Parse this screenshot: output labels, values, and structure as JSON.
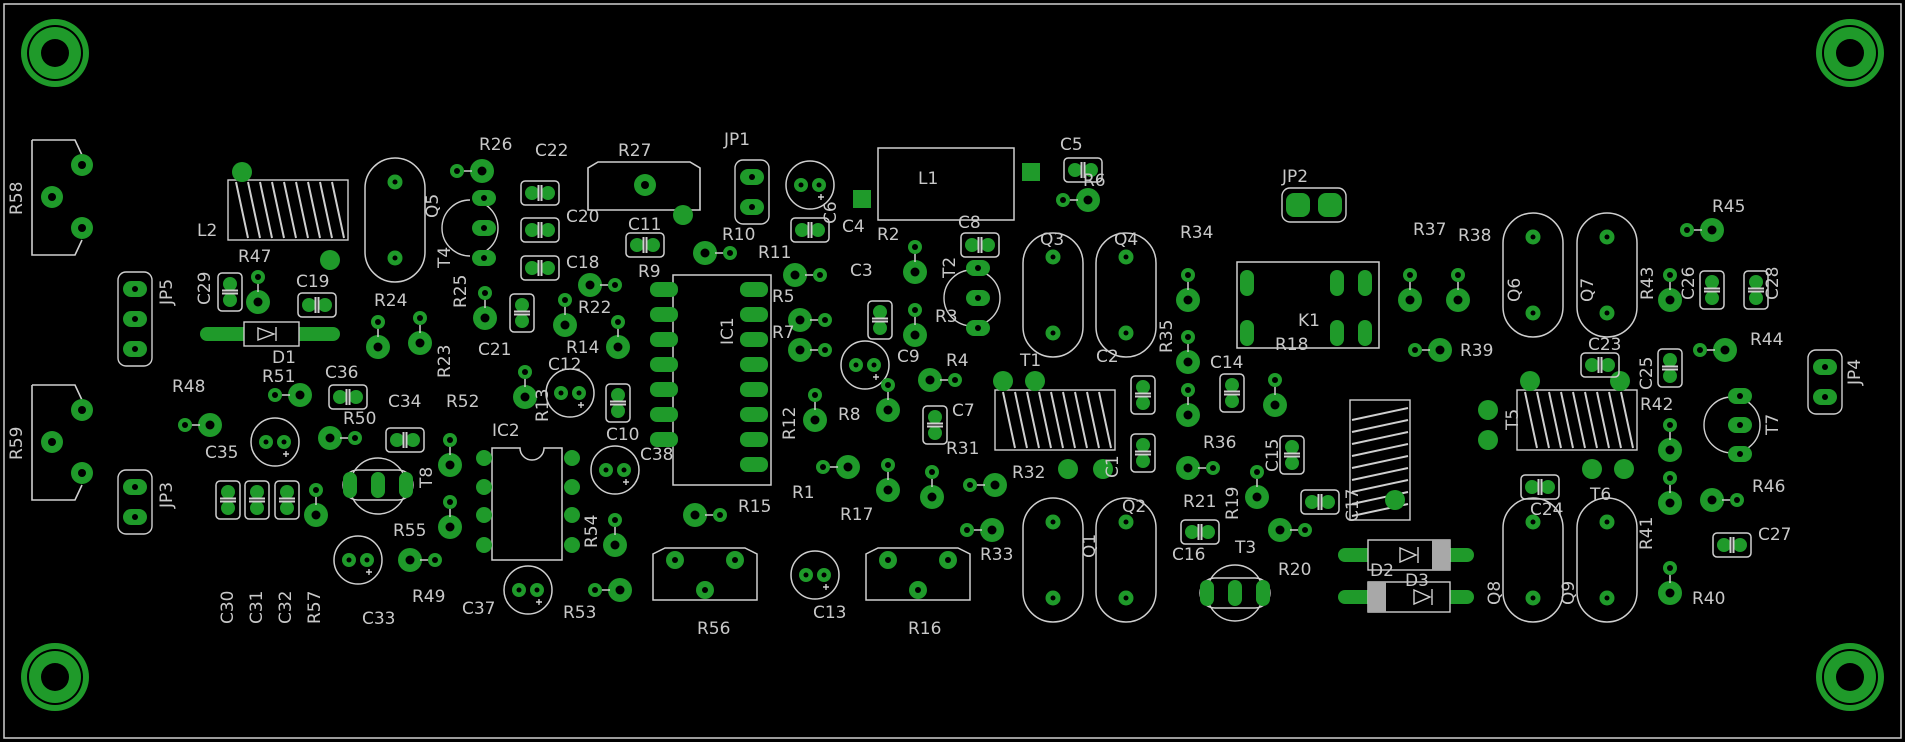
{
  "board": {
    "background": "#000000",
    "copper": "#1f9a2a",
    "silkscreen": "#c8c8c8"
  },
  "labels": {
    "R58": "R58",
    "R59": "R59",
    "JP5": "JP5",
    "JP3": "JP3",
    "JP4": "JP4",
    "JP1": "JP1",
    "JP2": "JP2",
    "L2": "L2",
    "R47": "R47",
    "C29": "C29",
    "C19": "C19",
    "D1": "D1",
    "R48": "R48",
    "R51": "R51",
    "C36": "C36",
    "C34": "C34",
    "R52": "R52",
    "R50": "R50",
    "C35": "C35",
    "T8": "T8",
    "R55": "R55",
    "R49": "R49",
    "C33": "C33",
    "C30": "C30",
    "C31": "C31",
    "C32": "C32",
    "R57": "R57",
    "Q5": "Q5",
    "R26": "R26",
    "T4": "T4",
    "R24": "R24",
    "R25": "R25",
    "R23": "R23",
    "C21": "C21",
    "R13": "R13",
    "C12": "C12",
    "IC2": "IC2",
    "C37": "C37",
    "R53": "R53",
    "R54": "R54",
    "C22": "C22",
    "C20": "C20",
    "C18": "C18",
    "R22": "R22",
    "R14": "R14",
    "C10": "C10",
    "C38": "C38",
    "R27": "R27",
    "C11": "C11",
    "R9": "R9",
    "IC1": "IC1",
    "R10": "R10",
    "R15": "R15",
    "R56": "R56",
    "C6": "C6",
    "R11": "R11",
    "R5": "R5",
    "R7": "R7",
    "C4": "C4",
    "C3": "C3",
    "L1": "L1",
    "R2": "R2",
    "C8": "C8",
    "T2": "T2",
    "C9": "C9",
    "R3": "R3",
    "R4": "R4",
    "C7": "C7",
    "R8": "R8",
    "R12": "R12",
    "R1": "R1",
    "R17": "R17",
    "R31": "R31",
    "R33": "R33",
    "C13": "C13",
    "R16": "R16",
    "C5": "C5",
    "R6": "R6",
    "Q3": "Q3",
    "Q4": "Q4",
    "T1": "T1",
    "C2": "C2",
    "R32": "R32",
    "C1": "C1",
    "Q1": "Q1",
    "Q2": "Q2",
    "R34": "R34",
    "R35": "R35",
    "C14": "C14",
    "R36": "R36",
    "R18": "R18",
    "K1": "K1",
    "C15": "C15",
    "R19": "R19",
    "R21": "R21",
    "C16": "C16",
    "T3": "T3",
    "R20": "R20",
    "C17": "C17",
    "D2": "D2",
    "D3": "D3",
    "R37": "R37",
    "R38": "R38",
    "Q6": "Q6",
    "Q7": "Q7",
    "R39": "R39",
    "C23": "C23",
    "T5": "T5",
    "R42": "R42",
    "C24": "C24",
    "T6": "T6",
    "Q8": "Q8",
    "Q9": "Q9",
    "R41": "R41",
    "R40": "R40",
    "R43": "R43",
    "C26": "C26",
    "C28": "C28",
    "R45": "R45",
    "R44": "R44",
    "C25": "C25",
    "T7": "T7",
    "R46": "R46",
    "C27": "C27"
  }
}
